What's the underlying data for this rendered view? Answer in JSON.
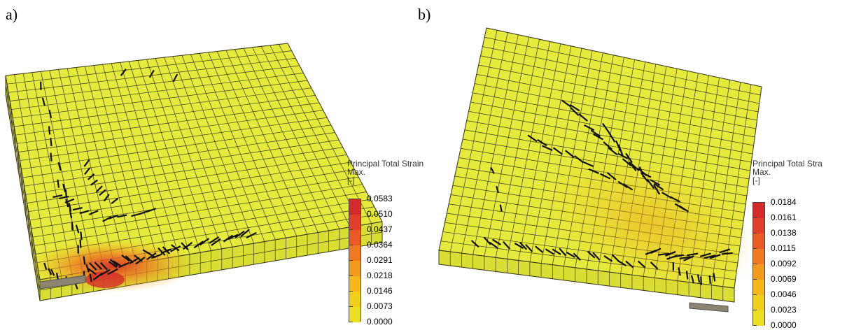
{
  "panels": [
    {
      "label": "a)"
    },
    {
      "label": "b)"
    }
  ],
  "legend_a": {
    "title_lines": [
      "Principal Total Strain",
      "Max.",
      "[-]"
    ],
    "ticks": [
      "0.0583",
      "0.0510",
      "0.0437",
      "0.0364",
      "0.0291",
      "0.0218",
      "0.0146",
      "0.0073",
      "0.0000"
    ]
  },
  "legend_b": {
    "title_lines": [
      "Principal Total Stra",
      "Max.",
      "[-]"
    ],
    "ticks": [
      "0.0184",
      "0.0161",
      "0.0138",
      "0.0115",
      "0.0092",
      "0.0069",
      "0.0046",
      "0.0023",
      "0.0000"
    ]
  },
  "colors": {
    "mesh_fill": "#e2e63a",
    "mesh_top": "#e6ea3c",
    "mesh_side": "#d9dd34",
    "grid_line": "#3a3a20",
    "crack": "#111111",
    "support": "#8a8470",
    "scale": [
      "#d42a2a",
      "#e0402a",
      "#e85a26",
      "#ef7a22",
      "#f29a1e",
      "#f5b81c",
      "#f2cf1c",
      "#eadf24",
      "#e2e63a"
    ]
  }
}
